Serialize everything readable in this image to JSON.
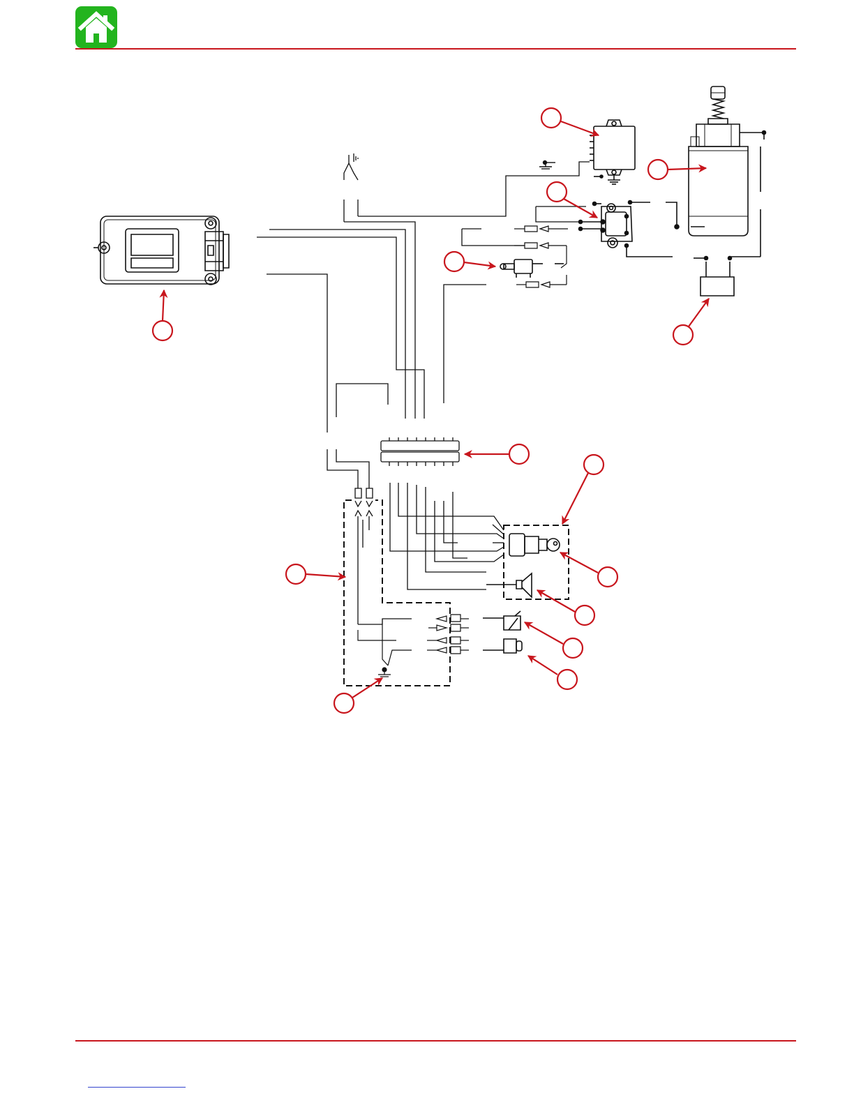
{
  "header": {
    "home_button": {
      "icon": "home-icon",
      "color": "#23b41e"
    },
    "rule_color": "#c8161d"
  },
  "diagram": {
    "type": "wiring-diagram",
    "line_color": "#111111",
    "callout_color": "#c8161d",
    "components": [
      {
        "id": "ignition-module",
        "icon": "ecu-module-icon"
      },
      {
        "id": "rectifier-regulator",
        "icon": "rectifier-icon"
      },
      {
        "id": "starter-motor",
        "icon": "starter-motor-icon"
      },
      {
        "id": "starter-solenoid",
        "icon": "solenoid-icon"
      },
      {
        "id": "neutral-start-switch",
        "icon": "switch-icon"
      },
      {
        "id": "battery",
        "icon": "battery-icon"
      },
      {
        "id": "terminal-block",
        "icon": "terminal-block-icon"
      },
      {
        "id": "remote-control",
        "icon": "remote-control-icon"
      },
      {
        "id": "ignition-key-switch",
        "icon": "key-switch-icon"
      },
      {
        "id": "warning-horn",
        "icon": "horn-icon"
      },
      {
        "id": "lanyard-stop-switch",
        "icon": "lanyard-switch-icon"
      },
      {
        "id": "choke-switch",
        "icon": "push-button-icon"
      },
      {
        "id": "ground",
        "icon": "ground-icon"
      }
    ]
  },
  "footer": {
    "link_color": "#3344cc"
  }
}
